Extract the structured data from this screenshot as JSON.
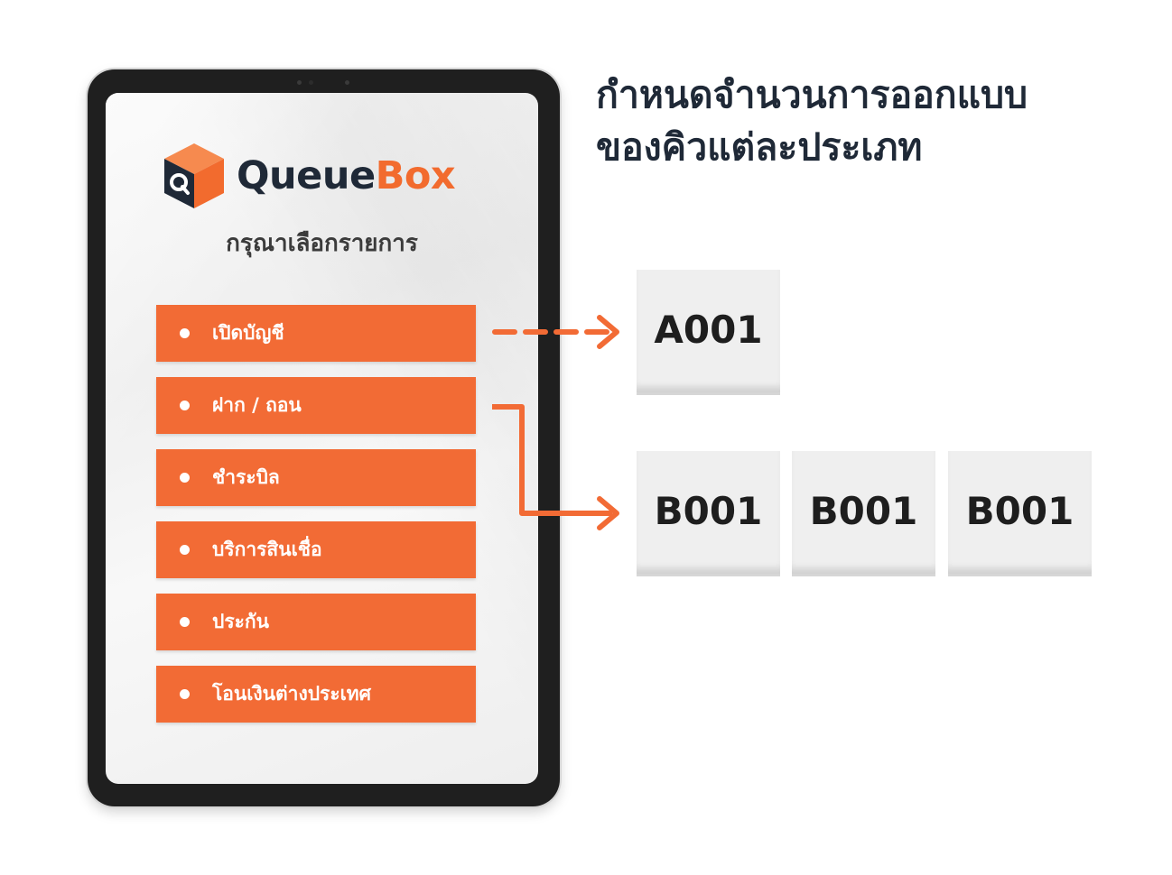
{
  "heading": {
    "line1": "กำหนดจำนวนการออกแบบ",
    "line2": "ของคิวแต่ละประเภท"
  },
  "app": {
    "brand_part1": "Queue",
    "brand_part2": "Box",
    "prompt": "กรุณาเลือกรายการ"
  },
  "menu": [
    {
      "label": "เปิดบัญชี"
    },
    {
      "label": "ฝาก / ถอน"
    },
    {
      "label": "ชำระบิล"
    },
    {
      "label": "บริการสินเชื่อ"
    },
    {
      "label": "ประกัน"
    },
    {
      "label": "โอนเงินต่างประเทศ"
    }
  ],
  "tickets": {
    "row_a": [
      "A001"
    ],
    "row_b": [
      "B001",
      "B001",
      "B001"
    ]
  },
  "colors": {
    "accent": "#f26b35",
    "dark": "#1f2937",
    "ticket_bg": "#efefef"
  },
  "icons": {
    "logo": "queuebox-cube-logo",
    "bullet": "bullet-dot",
    "arrow": "arrow-right"
  }
}
